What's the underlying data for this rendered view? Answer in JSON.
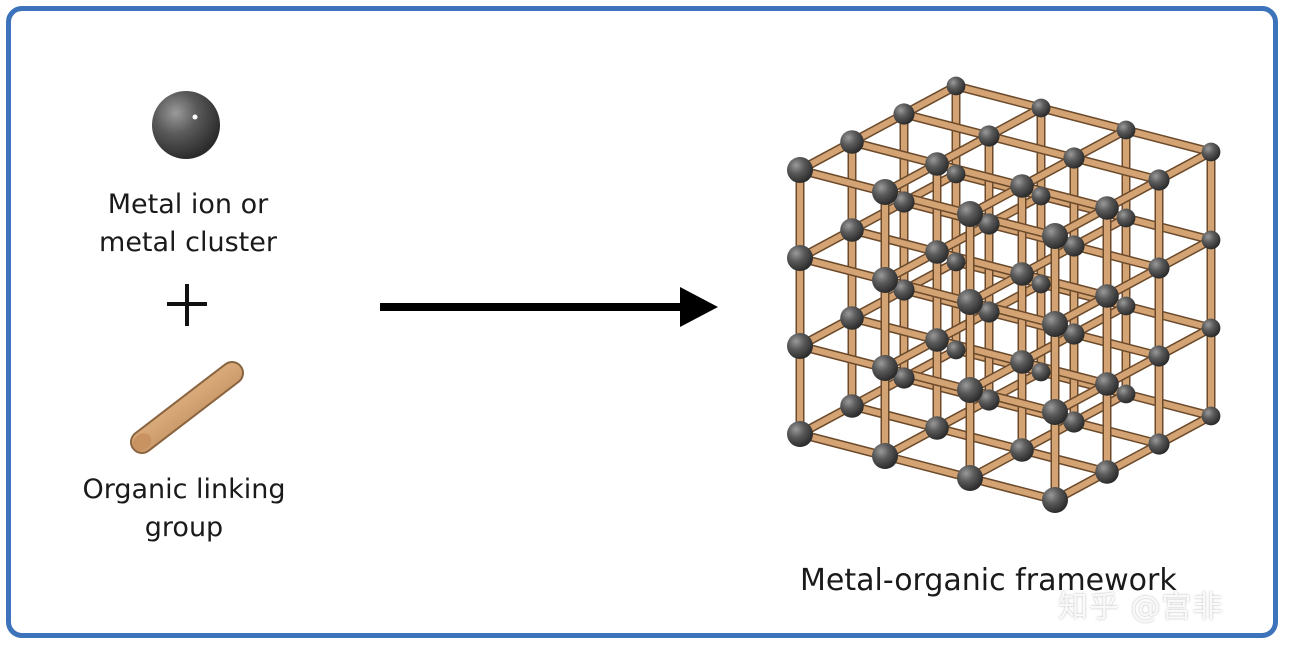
{
  "labels": {
    "metal": "Metal ion or\nmetal cluster",
    "plus": "+",
    "linker": "Organic linking\ngroup",
    "framework": "Metal-organic framework"
  },
  "watermark": "知乎 @宫非",
  "colors": {
    "border": "#3d73bb",
    "node": "#555555",
    "rod": "#d4a373",
    "arrow": "#000000"
  },
  "icons": [
    "metal-sphere-icon",
    "organic-rod-icon",
    "arrow-icon"
  ]
}
